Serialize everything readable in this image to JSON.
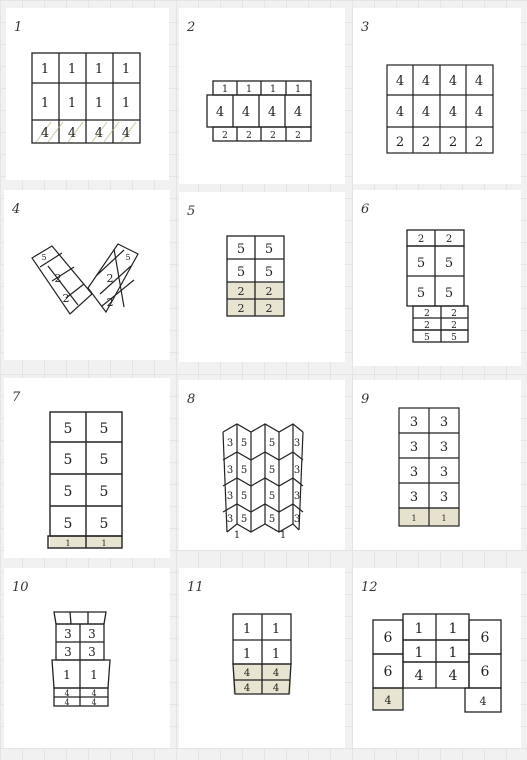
{
  "diagram": {
    "panels": [
      {
        "label": "1",
        "grid": [
          [
            "1",
            "1",
            "1",
            "1"
          ],
          [
            "1",
            "1",
            "1",
            "1"
          ],
          [
            "4",
            "4",
            "4",
            "4"
          ]
        ]
      },
      {
        "label": "2",
        "grid": [
          [
            "1",
            "1",
            "1",
            "1"
          ],
          [
            "4",
            "4",
            "4",
            "4"
          ],
          [
            "2",
            "2",
            "2",
            "2"
          ]
        ]
      },
      {
        "label": "3",
        "grid": [
          [
            "4",
            "4",
            "4",
            "4"
          ],
          [
            "4",
            "4",
            "4",
            "4"
          ],
          [
            "2",
            "2",
            "2",
            "2"
          ]
        ]
      },
      {
        "label": "4",
        "grid": [
          [
            "5",
            "5"
          ],
          [
            "2",
            "2"
          ],
          [
            "2",
            "2"
          ]
        ]
      },
      {
        "label": "5",
        "grid": [
          [
            "5",
            "5"
          ],
          [
            "5",
            "5"
          ],
          [
            "2",
            "2"
          ],
          [
            "2",
            "2"
          ]
        ]
      },
      {
        "label": "6",
        "grid": [
          [
            "2",
            "2"
          ],
          [
            "5",
            "5"
          ],
          [
            "5",
            "5"
          ],
          [
            "2",
            "2"
          ],
          [
            "2",
            "2"
          ],
          [
            "5",
            "5"
          ]
        ]
      },
      {
        "label": "7",
        "grid": [
          [
            "5",
            "5"
          ],
          [
            "5",
            "5"
          ],
          [
            "5",
            "5"
          ],
          [
            "5",
            "5"
          ],
          [
            "1",
            "1"
          ]
        ]
      },
      {
        "label": "8",
        "grid": [
          [
            "3",
            "5",
            "5",
            "3"
          ],
          [
            "3",
            "5",
            "5",
            "3"
          ],
          [
            "3",
            "5",
            "5",
            "3"
          ],
          [
            "3",
            "5",
            "5",
            "3"
          ],
          [
            "1",
            "1"
          ]
        ]
      },
      {
        "label": "9",
        "grid": [
          [
            "3",
            "3"
          ],
          [
            "3",
            "3"
          ],
          [
            "3",
            "3"
          ],
          [
            "3",
            "3"
          ],
          [
            "1",
            "1"
          ]
        ]
      },
      {
        "label": "10",
        "grid": [
          [
            "3",
            "3"
          ],
          [
            "3",
            "3"
          ],
          [
            "1",
            "1"
          ],
          [
            "4",
            "4"
          ],
          [
            "4",
            "4"
          ]
        ]
      },
      {
        "label": "11",
        "grid": [
          [
            "1",
            "1"
          ],
          [
            "1",
            "1"
          ],
          [
            "4",
            "4"
          ],
          [
            "4",
            "4"
          ]
        ]
      },
      {
        "label": "12",
        "grid": [
          [
            "6",
            "1",
            "1",
            "6"
          ],
          [
            "6",
            "1",
            "1",
            "6"
          ],
          [
            "4",
            "4"
          ],
          [
            "4",
            "4"
          ]
        ]
      }
    ]
  }
}
